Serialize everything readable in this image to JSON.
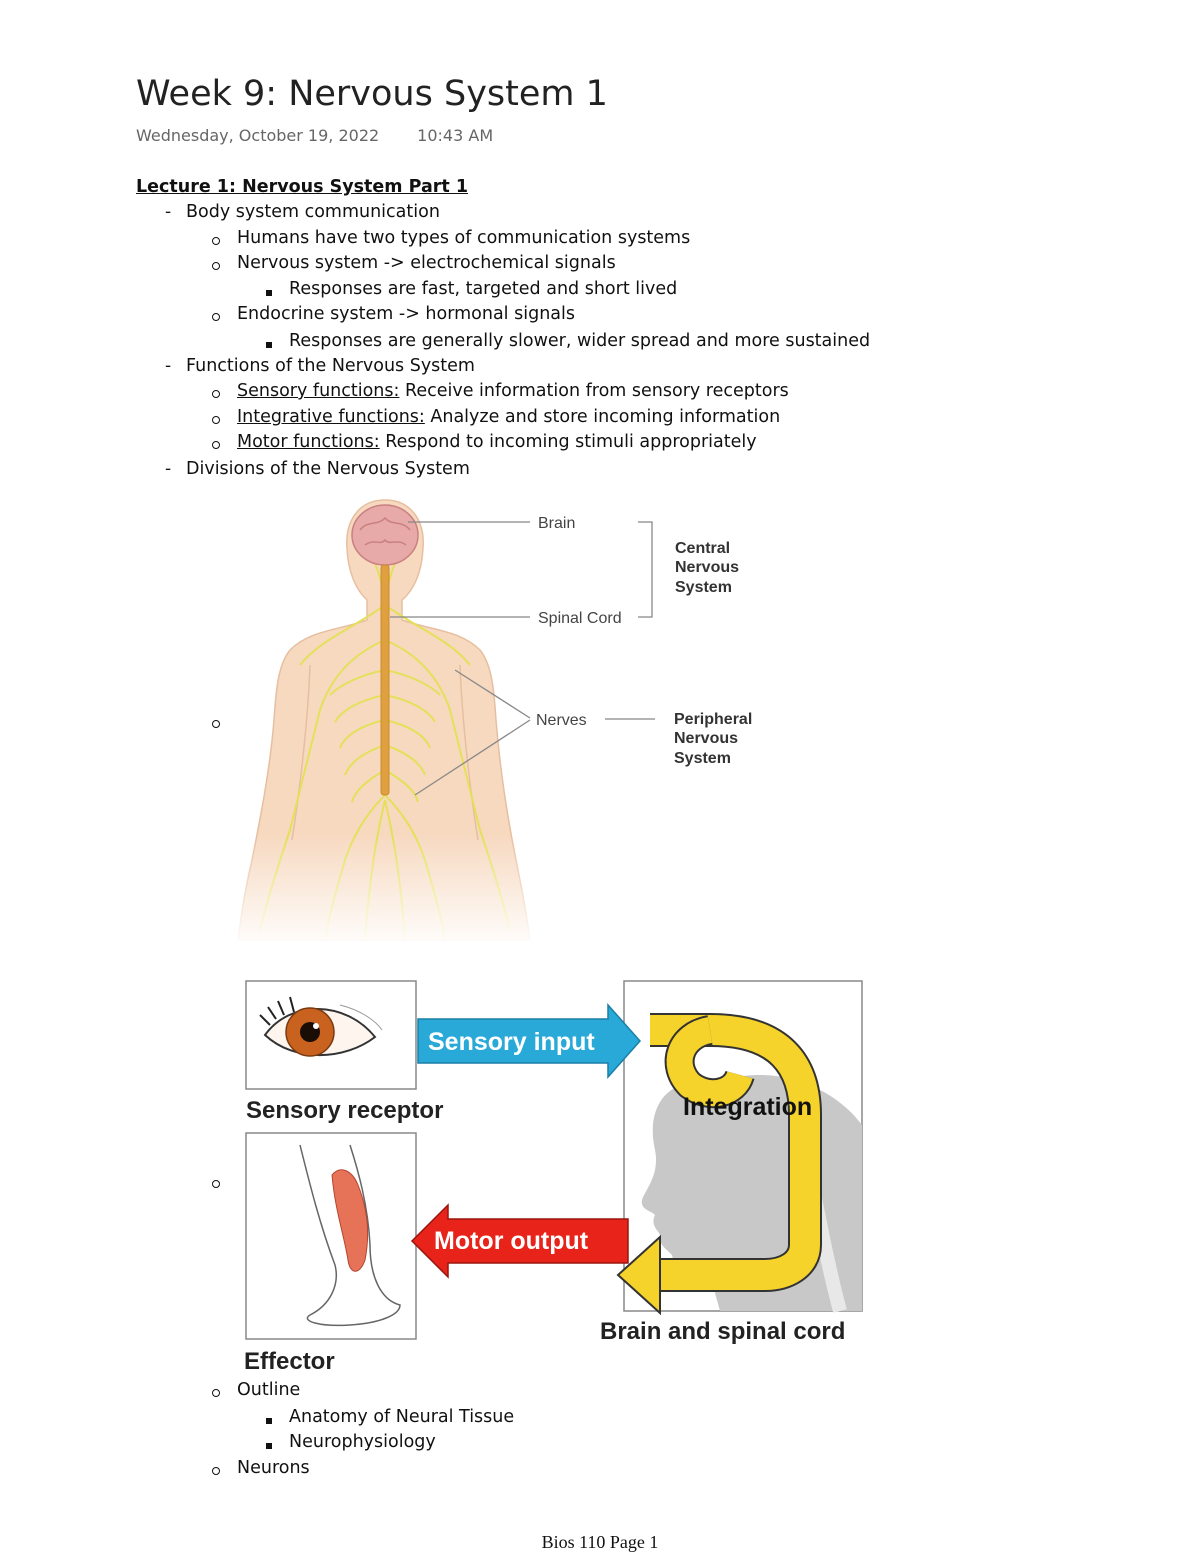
{
  "page": {
    "title": "Week 9: Nervous System 1",
    "date": "Wednesday, October 19, 2022",
    "time": "10:43 AM",
    "footer": "Bios 110 Page 1"
  },
  "notes": {
    "heading": "Lecture 1: Nervous System Part 1",
    "body_comm": "Body system communication",
    "two_types": "Humans have two types of communication systems",
    "nervous_sys": "Nervous system -> electrochemical signals",
    "nervous_resp": "Responses are fast, targeted and short lived",
    "endocrine_sys": "Endocrine system -> hormonal signals",
    "endocrine_resp": "Responses are generally slower, wider spread and more sustained",
    "functions": "Functions of the Nervous System",
    "sensory_label": "Sensory functions:",
    "sensory_text": " Receive information from sensory receptors",
    "integrative_label": "Integrative functions:",
    "integrative_text": " Analyze and store incoming information",
    "motor_label": "Motor functions:",
    "motor_text": " Respond to incoming stimuli appropriately",
    "divisions": "Divisions of the Nervous System",
    "outline": "Outline",
    "anatomy": "Anatomy of Neural Tissue",
    "neurophys": "Neurophysiology",
    "neurons": "Neurons"
  },
  "figure_divisions": {
    "brain": "Brain",
    "spinal_cord": "Spinal Cord",
    "nerves": "Nerves",
    "cns": [
      "Central",
      "Nervous",
      "System"
    ],
    "pns": [
      "Peripheral",
      "Nervous",
      "System"
    ]
  },
  "figure_flow": {
    "sensory_input": "Sensory input",
    "sensory_receptor": "Sensory receptor",
    "integration": "Integration",
    "motor_output": "Motor output",
    "brain_spinal": "Brain and spinal cord",
    "effector": "Effector"
  },
  "colors": {
    "nerve_yellow": "#e4e05a",
    "skin": "#f7d9c0",
    "brain_pink": "#e8a9a9",
    "spinal_orange": "#e0a040",
    "sensory_blue": "#29a9d8",
    "motor_red": "#e8231a",
    "integration_yellow": "#f6d32a"
  }
}
